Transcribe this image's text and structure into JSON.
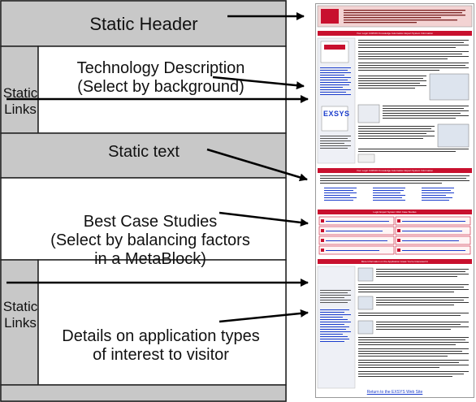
{
  "diagram": {
    "labels": {
      "static_header": "Static Header",
      "technology_description": [
        "Technology Description",
        "(Select by background)"
      ],
      "static_text": "Static text",
      "best_case_studies": [
        "Best Case Studies",
        "(Select by balancing factors",
        "in a MetaBlock)"
      ],
      "details": [
        "Details on application types",
        "of interest to visitor"
      ],
      "static_links": [
        "Static",
        "Links"
      ]
    }
  },
  "screenshot": {
    "logo": "EXSYS",
    "section_titles": [
      "Your Logic CORVID Knowledge Automation Expert System Information",
      "Your Logic CORVID Knowledge Automation Expert System Information",
      "Logic Expert System Web Case Studies",
      "More Information on the Application Areas You're Interested In"
    ],
    "footer_link": "Return to the EXSYS Web Site"
  },
  "colors": {
    "gray_band": "#c8c8c8",
    "outline": "#222222",
    "arrow": "#000000",
    "header_red": "#c8102e",
    "link_blue": "#1a3ccc"
  }
}
